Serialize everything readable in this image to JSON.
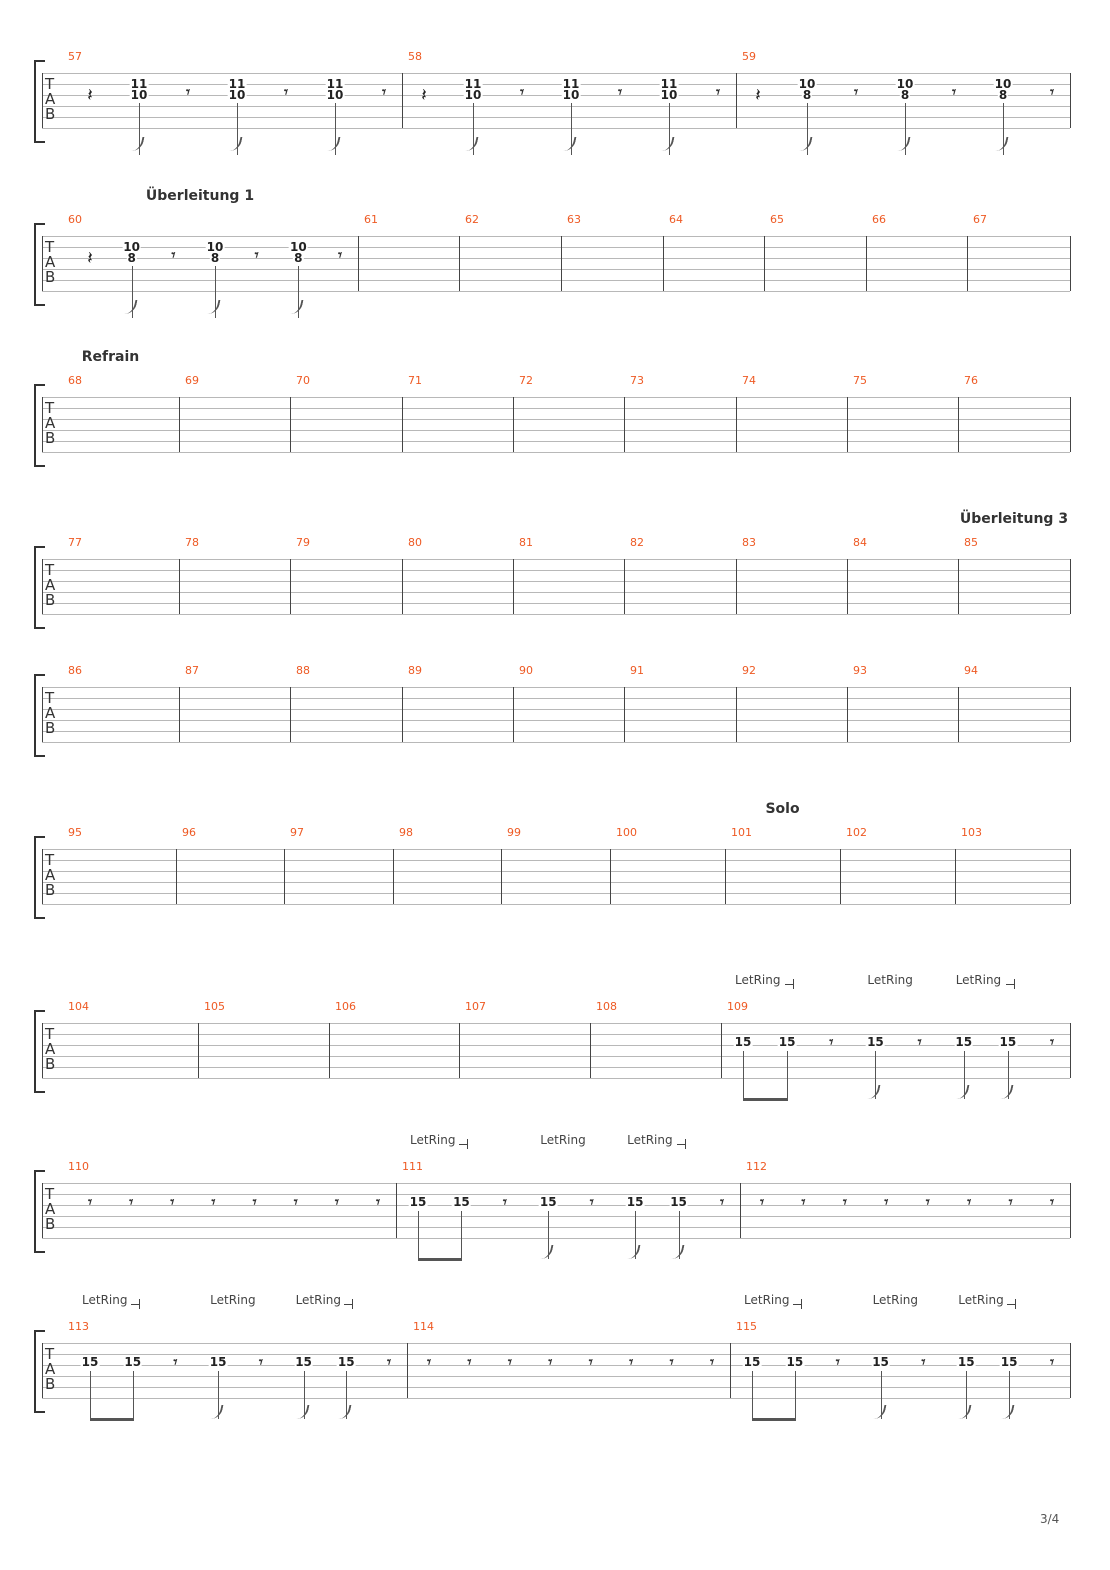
{
  "tab_letters": [
    "T",
    "A",
    "B"
  ],
  "page_number": "3/4",
  "symbols": {
    "eighth_rest": "𝄾",
    "quarter_rest": "𝄽",
    "let_ring": "LetRing"
  },
  "systems": [
    {
      "measures": [
        {
          "number": "57",
          "events": [
            {
              "type": "quarter_rest"
            },
            {
              "type": "chord",
              "frets": [
                "11",
                "10"
              ]
            },
            {
              "type": "eighth_rest"
            },
            {
              "type": "chord",
              "frets": [
                "11",
                "10"
              ]
            },
            {
              "type": "eighth_rest"
            },
            {
              "type": "chord",
              "frets": [
                "11",
                "10"
              ]
            },
            {
              "type": "eighth_rest"
            }
          ]
        },
        {
          "number": "58",
          "events": [
            {
              "type": "quarter_rest"
            },
            {
              "type": "chord",
              "frets": [
                "11",
                "10"
              ]
            },
            {
              "type": "eighth_rest"
            },
            {
              "type": "chord",
              "frets": [
                "11",
                "10"
              ]
            },
            {
              "type": "eighth_rest"
            },
            {
              "type": "chord",
              "frets": [
                "11",
                "10"
              ]
            },
            {
              "type": "eighth_rest"
            }
          ]
        },
        {
          "number": "59",
          "events": [
            {
              "type": "quarter_rest"
            },
            {
              "type": "chord",
              "frets": [
                "10",
                "8"
              ]
            },
            {
              "type": "eighth_rest"
            },
            {
              "type": "chord",
              "frets": [
                "10",
                "8"
              ]
            },
            {
              "type": "eighth_rest"
            },
            {
              "type": "chord",
              "frets": [
                "10",
                "8"
              ]
            },
            {
              "type": "eighth_rest"
            }
          ]
        }
      ]
    },
    {
      "sections": [
        {
          "text": "Überleitung 1",
          "measure": 1
        }
      ],
      "measures": [
        {
          "number": "60",
          "events": [
            {
              "type": "quarter_rest"
            },
            {
              "type": "chord",
              "frets": [
                "10",
                "8"
              ]
            },
            {
              "type": "eighth_rest"
            },
            {
              "type": "chord",
              "frets": [
                "10",
                "8"
              ]
            },
            {
              "type": "eighth_rest"
            },
            {
              "type": "chord",
              "frets": [
                "10",
                "8"
              ]
            },
            {
              "type": "eighth_rest"
            }
          ]
        },
        {
          "number": "61",
          "events": []
        },
        {
          "number": "62",
          "events": []
        },
        {
          "number": "63",
          "events": []
        },
        {
          "number": "64",
          "events": []
        },
        {
          "number": "65",
          "events": []
        },
        {
          "number": "66",
          "events": []
        },
        {
          "number": "67",
          "events": []
        }
      ]
    },
    {
      "sections": [
        {
          "text": "Refrain",
          "measure": 1
        }
      ],
      "measures": [
        {
          "number": "68",
          "events": []
        },
        {
          "number": "69",
          "events": []
        },
        {
          "number": "70",
          "events": []
        },
        {
          "number": "71",
          "events": []
        },
        {
          "number": "72",
          "events": []
        },
        {
          "number": "73",
          "events": []
        },
        {
          "number": "74",
          "events": []
        },
        {
          "number": "75",
          "events": []
        },
        {
          "number": "76",
          "events": []
        }
      ]
    },
    {
      "sections": [
        {
          "text": "Überleitung 3",
          "measure": 9
        }
      ],
      "measures": [
        {
          "number": "77",
          "events": []
        },
        {
          "number": "78",
          "events": []
        },
        {
          "number": "79",
          "events": []
        },
        {
          "number": "80",
          "events": []
        },
        {
          "number": "81",
          "events": []
        },
        {
          "number": "82",
          "events": []
        },
        {
          "number": "83",
          "events": []
        },
        {
          "number": "84",
          "events": []
        },
        {
          "number": "85",
          "events": []
        }
      ]
    },
    {
      "measures": [
        {
          "number": "86",
          "events": []
        },
        {
          "number": "87",
          "events": []
        },
        {
          "number": "88",
          "events": []
        },
        {
          "number": "89",
          "events": []
        },
        {
          "number": "90",
          "events": []
        },
        {
          "number": "91",
          "events": []
        },
        {
          "number": "92",
          "events": []
        },
        {
          "number": "93",
          "events": []
        },
        {
          "number": "94",
          "events": []
        }
      ]
    },
    {
      "sections": [
        {
          "text": "Solo",
          "measure": 7
        }
      ],
      "measures": [
        {
          "number": "95",
          "events": []
        },
        {
          "number": "96",
          "events": []
        },
        {
          "number": "97",
          "events": []
        },
        {
          "number": "98",
          "events": []
        },
        {
          "number": "99",
          "events": []
        },
        {
          "number": "100",
          "events": []
        },
        {
          "number": "101",
          "events": []
        },
        {
          "number": "102",
          "events": []
        },
        {
          "number": "103",
          "events": []
        }
      ]
    },
    {
      "measures": [
        {
          "number": "104",
          "events": []
        },
        {
          "number": "105",
          "events": []
        },
        {
          "number": "106",
          "events": []
        },
        {
          "number": "107",
          "events": []
        },
        {
          "number": "108",
          "events": []
        },
        {
          "number": "109",
          "events": [
            {
              "type": "note",
              "fret": "15",
              "letring": "start",
              "beam": "start"
            },
            {
              "type": "note",
              "fret": "15",
              "letring": "end",
              "beam": "end"
            },
            {
              "type": "eighth_rest"
            },
            {
              "type": "note",
              "fret": "15",
              "letring": "single"
            },
            {
              "type": "eighth_rest"
            },
            {
              "type": "note",
              "fret": "15",
              "letring": "start"
            },
            {
              "type": "note",
              "fret": "15",
              "letring": "end"
            },
            {
              "type": "eighth_rest"
            }
          ]
        }
      ]
    },
    {
      "measures": [
        {
          "number": "110",
          "events": [
            {
              "type": "eighth_rest"
            },
            {
              "type": "eighth_rest"
            },
            {
              "type": "eighth_rest"
            },
            {
              "type": "eighth_rest"
            },
            {
              "type": "eighth_rest"
            },
            {
              "type": "eighth_rest"
            },
            {
              "type": "eighth_rest"
            },
            {
              "type": "eighth_rest"
            }
          ]
        },
        {
          "number": "111",
          "events": [
            {
              "type": "note",
              "fret": "15",
              "letring": "start",
              "beam": "start"
            },
            {
              "type": "note",
              "fret": "15",
              "letring": "end",
              "beam": "end"
            },
            {
              "type": "eighth_rest"
            },
            {
              "type": "note",
              "fret": "15",
              "letring": "single"
            },
            {
              "type": "eighth_rest"
            },
            {
              "type": "note",
              "fret": "15",
              "letring": "start"
            },
            {
              "type": "note",
              "fret": "15",
              "letring": "end"
            },
            {
              "type": "eighth_rest"
            }
          ]
        },
        {
          "number": "112",
          "events": [
            {
              "type": "eighth_rest"
            },
            {
              "type": "eighth_rest"
            },
            {
              "type": "eighth_rest"
            },
            {
              "type": "eighth_rest"
            },
            {
              "type": "eighth_rest"
            },
            {
              "type": "eighth_rest"
            },
            {
              "type": "eighth_rest"
            },
            {
              "type": "eighth_rest"
            }
          ]
        }
      ]
    },
    {
      "measures": [
        {
          "number": "113",
          "events": [
            {
              "type": "note",
              "fret": "15",
              "letring": "start",
              "beam": "start"
            },
            {
              "type": "note",
              "fret": "15",
              "letring": "end",
              "beam": "end"
            },
            {
              "type": "eighth_rest"
            },
            {
              "type": "note",
              "fret": "15",
              "letring": "single"
            },
            {
              "type": "eighth_rest"
            },
            {
              "type": "note",
              "fret": "15",
              "letring": "start"
            },
            {
              "type": "note",
              "fret": "15",
              "letring": "end"
            },
            {
              "type": "eighth_rest"
            }
          ]
        },
        {
          "number": "114",
          "events": [
            {
              "type": "eighth_rest"
            },
            {
              "type": "eighth_rest"
            },
            {
              "type": "eighth_rest"
            },
            {
              "type": "eighth_rest"
            },
            {
              "type": "eighth_rest"
            },
            {
              "type": "eighth_rest"
            },
            {
              "type": "eighth_rest"
            },
            {
              "type": "eighth_rest"
            }
          ]
        },
        {
          "number": "115",
          "events": [
            {
              "type": "note",
              "fret": "15",
              "letring": "start",
              "beam": "start"
            },
            {
              "type": "note",
              "fret": "15",
              "letring": "end",
              "beam": "end"
            },
            {
              "type": "eighth_rest"
            },
            {
              "type": "note",
              "fret": "15",
              "letring": "single"
            },
            {
              "type": "eighth_rest"
            },
            {
              "type": "note",
              "fret": "15",
              "letring": "start"
            },
            {
              "type": "note",
              "fret": "15",
              "letring": "end"
            },
            {
              "type": "eighth_rest"
            }
          ]
        }
      ]
    }
  ]
}
